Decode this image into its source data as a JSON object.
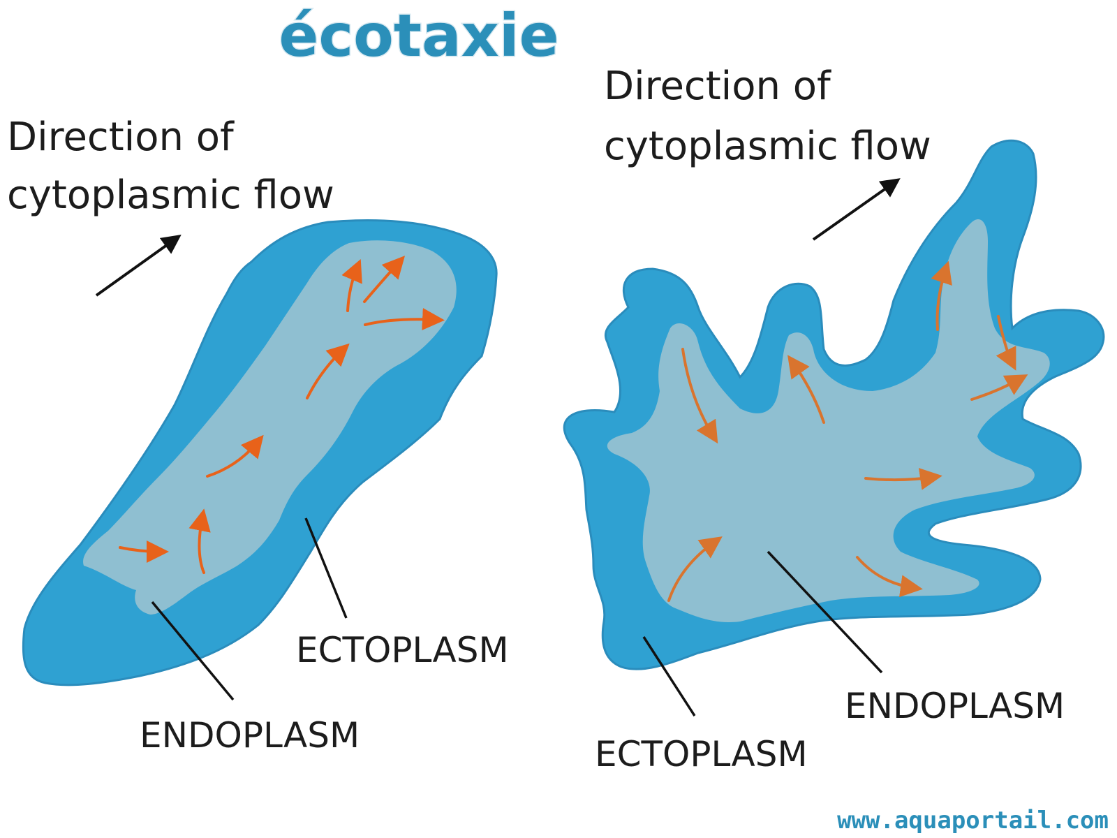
{
  "title": "écotaxie",
  "watermark": "www.aquaportail.com",
  "left_cell": {
    "direction_line1": "Direction of",
    "direction_line2": "cytoplasmic flow",
    "ectoplasm_label": "ECTOPLASM",
    "endoplasm_label": "ENDOPLASM"
  },
  "right_cell": {
    "direction_line1": "Direction of",
    "direction_line2": "cytoplasmic flow",
    "endoplasm_label": "ENDOPLASM",
    "ectoplasm_label": "ECTOPLASM"
  },
  "colors": {
    "title": "#2b8fb9",
    "ectoplasm": "#2fa1d2",
    "endoplasm": "#8fbfd1",
    "flow_arrow": "#e8621a",
    "line": "#111111"
  }
}
